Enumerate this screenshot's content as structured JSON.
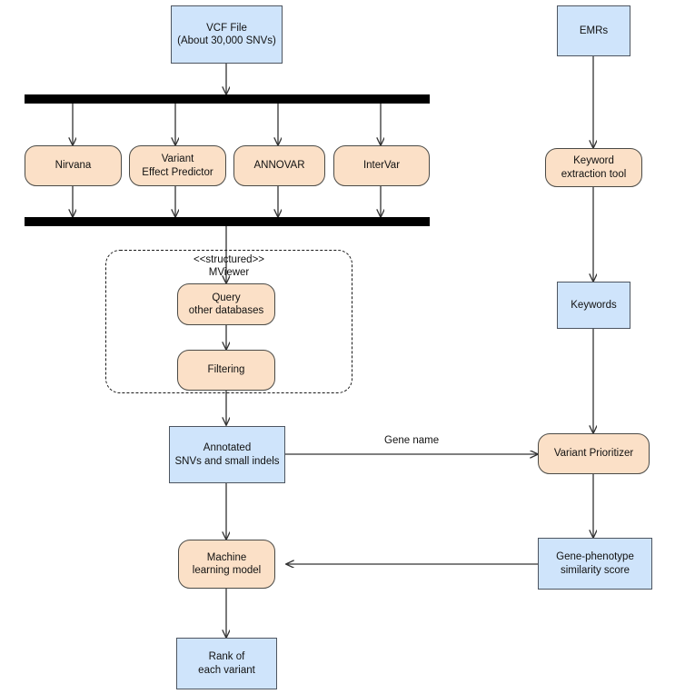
{
  "diagram": {
    "title": "Variant prioritization pipeline flowchart",
    "colors": {
      "data_box_fill": "#cfe4fb",
      "data_box_stroke": "#4d5560",
      "process_fill": "#fbe0c7",
      "process_stroke": "#4a4a46",
      "bar_fill": "#000000",
      "edge_stroke": "#333333",
      "group_stroke": "#1a1a1a",
      "background": "#ffffff"
    },
    "nodes": {
      "vcf_file": "VCF File\n(About 30,000 SNVs)",
      "nirvana": "Nirvana",
      "variant_effect_predictor": "Variant\nEffect Predictor",
      "annovar": "ANNOVAR",
      "intervar": "InterVar",
      "query_other_databases": "Query\nother databases",
      "filtering": "Filtering",
      "annotated_snvs": "Annotated\nSNVs and small indels",
      "machine_learning_model": "Machine\nlearning model",
      "rank_of_each_variant": "Rank of\neach variant",
      "emrs": "EMRs",
      "keyword_extraction_tool": "Keyword\nextraction tool",
      "keywords": "Keywords",
      "variant_prioritizer": "Variant Prioritizer",
      "gene_phenotype_similarity_score": "Gene-phenotype\nsimilarity score"
    },
    "group": {
      "stereotype": "<<structured>>",
      "name": "MViewer",
      "label": "<<structured>>\nMViewer"
    },
    "edge_labels": {
      "gene_name": "Gene name"
    },
    "fork_bars": {
      "top_bar": "fork-bar-top",
      "bottom_bar": "join-bar-bottom"
    }
  }
}
